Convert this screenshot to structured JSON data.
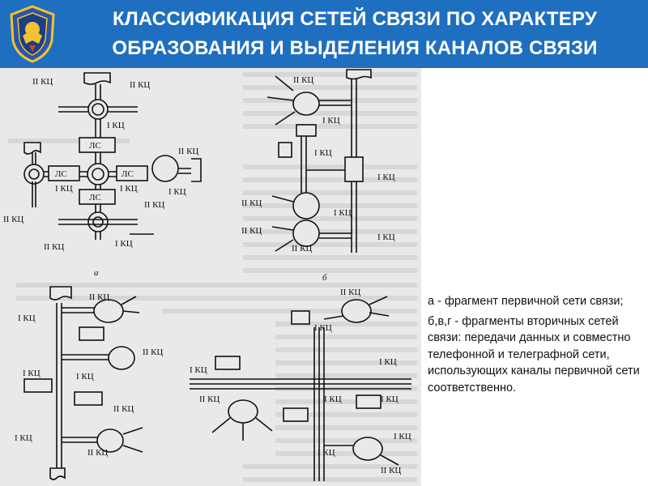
{
  "header": {
    "title_line1": "КЛАССИФИКАЦИЯ СЕТЕЙ СВЯЗИ ПО ХАРАКТЕРУ",
    "title_line2": "ОБРАЗОВАНИЯ И ВЫДЕЛЕНИЯ КАНАЛОВ СВЯЗИ",
    "emblem_icon": "coat-of-arms-emblem"
  },
  "figure": {
    "labels": {
      "ii_kc": "II КЦ",
      "i_kc": "I КЦ",
      "ls": "ЛС",
      "a": "а",
      "b": "б"
    }
  },
  "caption": {
    "item_a": "а  -  фрагмент первичной сети связи;",
    "item_bvg": "б,в,г  -  фрагменты вторичных сетей связи: передачи данных и совместно телефонной и телеграфной сети, использующих каналы первичной сети соответственно."
  },
  "colors": {
    "header_bg": "#1f6fc0",
    "header_text": "#ffffff",
    "figure_bg": "#e9e9e9"
  }
}
